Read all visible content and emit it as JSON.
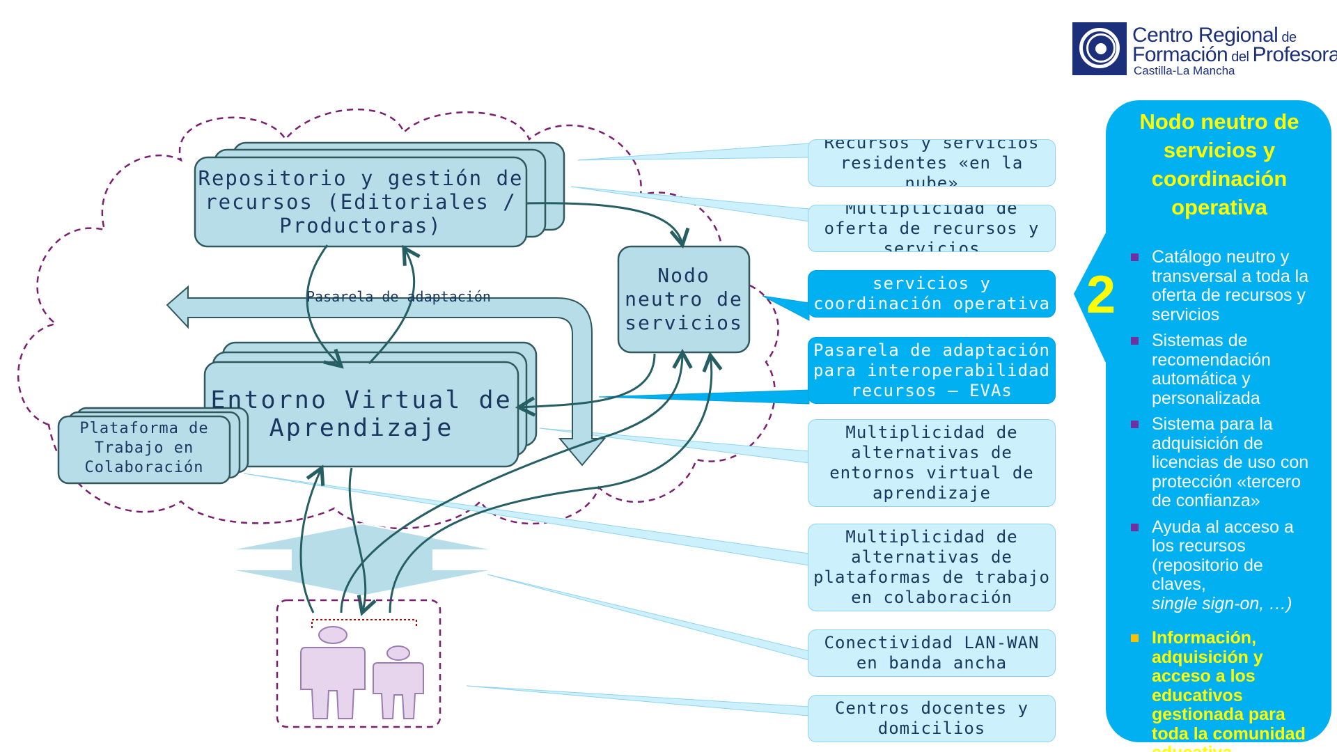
{
  "logo": {
    "line1_main": "Centro Regional",
    "line1_small": " de",
    "line2_main": "Formación",
    "line2_small": " del ",
    "line2_end": "Profesorado",
    "line3": "Castilla-La Mancha"
  },
  "diagram": {
    "repo_label": "Repositorio y gestión de recursos (Editoriales / Productoras)",
    "eva_label": "Entorno Virtual de Aprendizaje",
    "plat_label": "Plataforma de Trabajo en Colaboración",
    "nodo_label": "Nodo neutro de servicios",
    "pasarela_label": "Pasarela de adaptación"
  },
  "callouts": [
    {
      "text": "Recursos y servicios residentes «en la nube»",
      "style": "light"
    },
    {
      "text": "Multiplicidad de oferta de recursos y servicios",
      "style": "light"
    },
    {
      "text": "servicios y coordinación operativa",
      "style": "dark"
    },
    {
      "text": "Pasarela de adaptación para interoperabilidad recursos – EVAs",
      "style": "dark"
    },
    {
      "text": "Multiplicidad de alternativas de entornos virtual de aprendizaje",
      "style": "light"
    },
    {
      "text": "Multiplicidad de alternativas de plataformas de trabajo en colaboración",
      "style": "light"
    },
    {
      "text": "Conectividad LAN-WAN en banda ancha",
      "style": "light"
    },
    {
      "text": "Centros docentes y domicilios",
      "style": "light"
    }
  ],
  "panel": {
    "number": "2",
    "title": "Nodo neutro de servicios y coordinación operativa",
    "items": [
      {
        "text": "Catálogo neutro y transversal a toda la oferta de recursos y servicios"
      },
      {
        "text": "Sistemas de recomendación automática y personalizada"
      },
      {
        "text": "Sistema para la adquisición de licencias de uso con protección «tercero de confianza»"
      },
      {
        "text": "Ayuda al acceso a los recursos (repositorio de claves,",
        "italic": "single sign-on, …)"
      }
    ],
    "highlight": "Información, adquisición y acceso a los educativos gestionada para toda la comunidad educativa"
  },
  "colors": {
    "box_fill": "#b7dde8",
    "box_stroke": "#31595d",
    "cloud_stroke": "#7b1f6f",
    "arrow": "#255e63",
    "callout_light": "#ccf0fc",
    "callout_dark": "#00b0f0",
    "panel": "#00b0f0",
    "panel_title": "#ffff00",
    "person": "#e6d5ec"
  }
}
